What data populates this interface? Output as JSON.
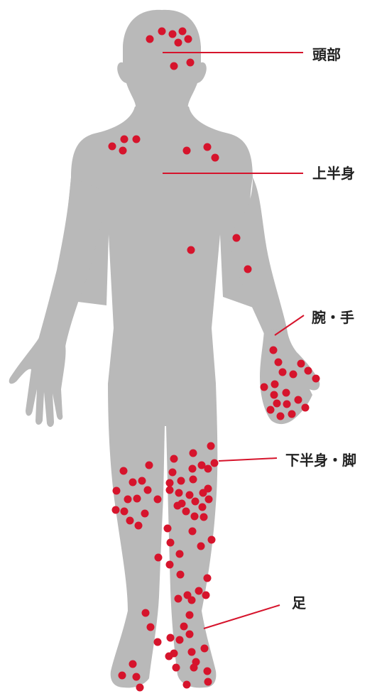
{
  "colors": {
    "body": "#b9b9b9",
    "marker": "#d6142c",
    "leader_line": "#d6142c",
    "label_text": "#222222"
  },
  "regions": [
    {
      "id": "head",
      "label": "頭部"
    },
    {
      "id": "upper-body",
      "label": "上半身"
    },
    {
      "id": "arm-hand",
      "label": "腕・手"
    },
    {
      "id": "lower-body-leg",
      "label": "下半身・脚"
    },
    {
      "id": "foot",
      "label": "足"
    }
  ]
}
